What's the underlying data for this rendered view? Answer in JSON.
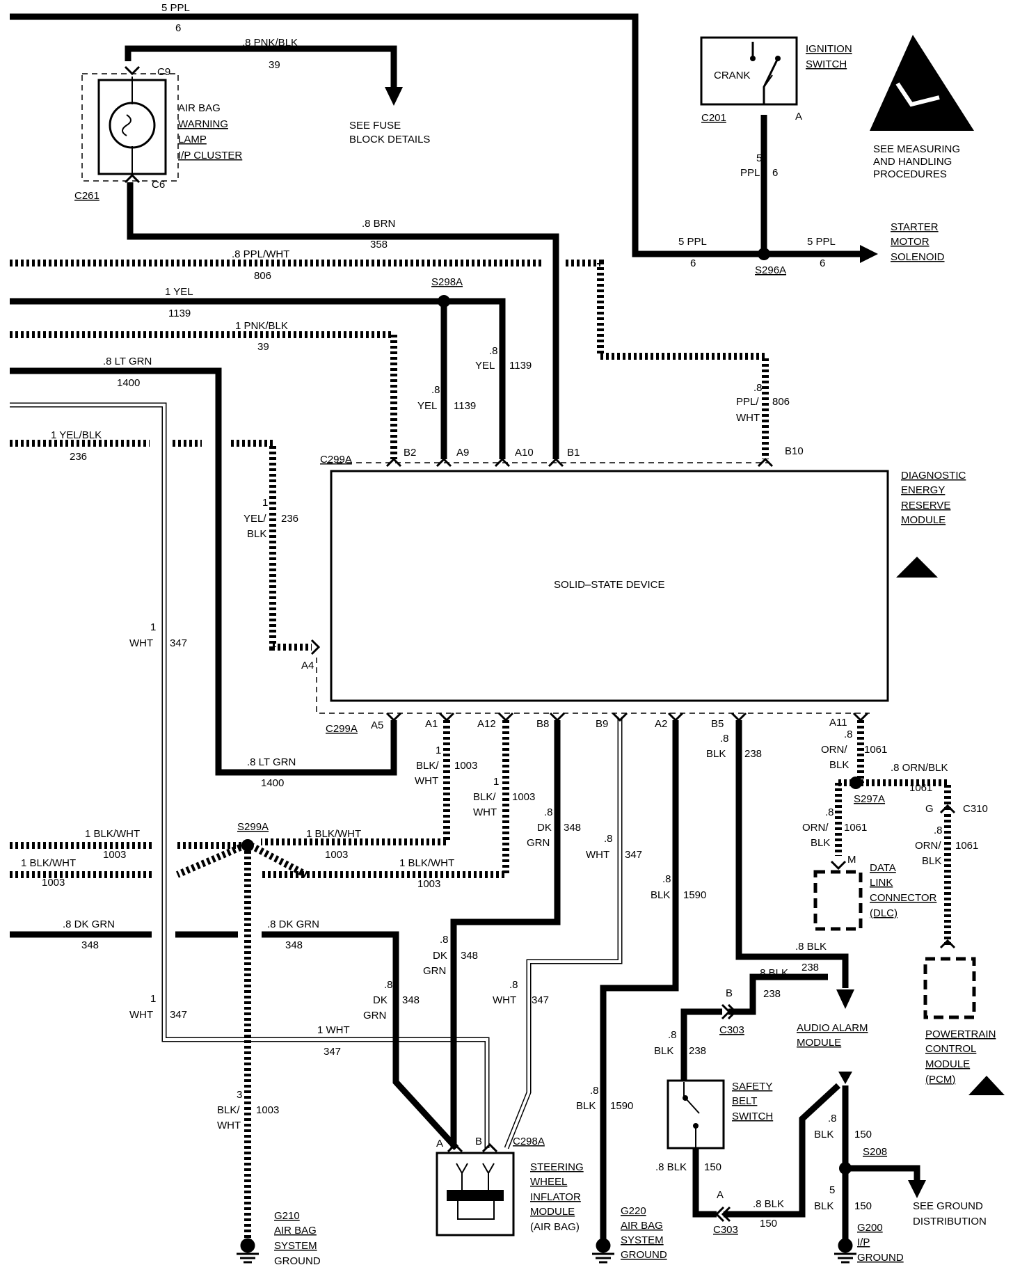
{
  "wires": {
    "top_ppl": {
      "gauge": "5 PPL",
      "circuit": "6"
    },
    "pnk_blk_top": {
      "gauge": ".8 PNK/BLK",
      "circuit": "39"
    },
    "brn": {
      "gauge": ".8 BRN",
      "circuit": "358"
    },
    "ppl_wht": {
      "gauge": ".8 PPL/WHT",
      "circuit": "806"
    },
    "yel": {
      "gauge": "1 YEL",
      "circuit": "1139"
    },
    "pnk_blk": {
      "gauge": "1 PNK/BLK",
      "circuit": "39"
    },
    "lt_grn": {
      "gauge": ".8 LT GRN",
      "circuit": "1400"
    },
    "yel_blk": {
      "gauge": "1 YEL/BLK",
      "circuit": "236"
    },
    "yel_blk_v": {
      "gauge_a": "1",
      "gauge_b": "YEL/",
      "gauge_c": "BLK",
      "circuit": "236"
    },
    "wht_v1": {
      "gauge_a": "1",
      "gauge_b": "WHT",
      "circuit": "347"
    },
    "wht_v2": {
      "gauge_a": "1",
      "gauge_b": "WHT",
      "circuit": "347"
    },
    "yel_a": {
      "gauge_a": ".8",
      "gauge_b": "YEL",
      "circuit": "1139"
    },
    "yel_b": {
      "gauge_a": ".8",
      "gauge_b": "YEL",
      "circuit": "1139"
    },
    "ppl_wht_v": {
      "gauge_a": ".8",
      "gauge_b": "PPL/",
      "gauge_c": "WHT",
      "circuit": "806"
    },
    "ppl_s1": {
      "gauge": "5 PPL",
      "circuit": "6"
    },
    "ppl_s2": {
      "gauge": "5 PPL",
      "circuit": "6"
    },
    "ppl_ign": {
      "gauge_a": "5",
      "gauge_b": "PPL",
      "circuit": "6"
    },
    "lt_grn_bot": {
      "gauge": ".8 LT GRN",
      "circuit": "1400"
    },
    "blk_wht_a1": {
      "gauge_a": "1",
      "gauge_b": "BLK/",
      "gauge_c": "WHT",
      "circuit": "1003"
    },
    "blk_wht_a12": {
      "gauge_a": "1",
      "gauge_b": "BLK/",
      "gauge_c": "WHT",
      "circuit": "1003"
    },
    "dk_grn_b8": {
      "gauge_a": ".8",
      "gauge_b": "DK",
      "gauge_c": "GRN",
      "circuit": "348"
    },
    "wht_b9": {
      "gauge_a": ".8",
      "gauge_b": "WHT",
      "circuit": "347"
    },
    "blk_a2": {
      "gauge_a": ".8",
      "gauge_b": "BLK",
      "circuit": "1590"
    },
    "blk_b5": {
      "gauge_a": ".8",
      "gauge_b": "BLK",
      "circuit": "238"
    },
    "orn_blk_a11": {
      "gauge_a": ".8",
      "gauge_b": "ORN/",
      "gauge_c": "BLK",
      "circuit": "1061"
    },
    "orn_blk_h": {
      "gauge": ".8 ORN/BLK",
      "circuit": "1061"
    },
    "orn_blk_dlc": {
      "gauge_a": ".8",
      "gauge_b": "ORN/",
      "gauge_c": "BLK",
      "circuit": "1061"
    },
    "orn_blk_pcm": {
      "gauge_a": ".8",
      "gauge_b": "ORN/",
      "gauge_c": "BLK",
      "circuit": "1061"
    },
    "blk_wht_l1": {
      "gauge": "1 BLK/WHT",
      "circuit": "1003"
    },
    "blk_wht_l2": {
      "gauge": "1 BLK/WHT",
      "circuit": "1003"
    },
    "blk_wht_r1": {
      "gauge": "1 BLK/WHT",
      "circuit": "1003"
    },
    "blk_wht_r2": {
      "gauge": "1 BLK/WHT",
      "circuit": "1003"
    },
    "dk_grn_l": {
      "gauge": ".8 DK GRN",
      "circuit": "348"
    },
    "dk_grn_r": {
      "gauge": ".8 DK GRN",
      "circuit": "348"
    },
    "dk_grn_v1": {
      "gauge_a": ".8",
      "gauge_b": "DK",
      "gauge_c": "GRN",
      "circuit": "348"
    },
    "dk_grn_v2": {
      "gauge_a": ".8",
      "gauge_b": "DK",
      "gauge_c": "GRN",
      "circuit": "348"
    },
    "wht_v3": {
      "gauge_a": ".8",
      "gauge_b": "WHT",
      "circuit": "347"
    },
    "wht_h": {
      "gauge": "1 WHT",
      "circuit": "347"
    },
    "blk_wht_g210": {
      "gauge_a": "3",
      "gauge_b": "BLK/",
      "gauge_c": "WHT",
      "circuit": "1003"
    },
    "blk_g220": {
      "gauge_a": ".8",
      "gauge_b": "BLK",
      "circuit": "1590"
    },
    "blk_aam1": {
      "gauge": ".8 BLK",
      "circuit": "238"
    },
    "blk_aam2": {
      "gauge": ".8 BLK",
      "circuit": "238"
    },
    "blk_c303b": {
      "gauge_a": ".8",
      "gauge_b": "BLK",
      "circuit": "238"
    },
    "blk_sbs": {
      "gauge": ".8 BLK",
      "circuit": "150"
    },
    "blk_c303a": {
      "gauge": ".8 BLK",
      "circuit": "150"
    },
    "blk_s208a": {
      "gauge_a": ".8",
      "gauge_b": "BLK",
      "circuit": "150"
    },
    "blk_s208b": {
      "gauge_a": "5",
      "gauge_b": "BLK",
      "circuit": "150"
    }
  },
  "connectors": {
    "c9": "C9",
    "c6": "C6",
    "c261": "C261",
    "c201": "C201",
    "a_ign": "A",
    "s296a": "S296A",
    "s298a": "S298A",
    "c299a_top": "C299A",
    "c299a_bot": "C299A",
    "b2": "B2",
    "a9": "A9",
    "a10": "A10",
    "b1": "B1",
    "b10": "B10",
    "a4": "A4",
    "a5": "A5",
    "a1": "A1",
    "a12": "A12",
    "b8": "B8",
    "b9": "B9",
    "a2": "A2",
    "b5": "B5",
    "a11": "A11",
    "s297a": "S297A",
    "m": "M",
    "g": "G",
    "c310": "C310",
    "s299a": "S299A",
    "c298a": "C298A",
    "pin_a": "A",
    "pin_b": "B",
    "b_c303": "B",
    "c303_top": "C303",
    "a_c303": "A",
    "c303_bot": "C303",
    "s208": "S208"
  },
  "components": {
    "ignition": [
      "IGNITION",
      "SWITCH"
    ],
    "crank": "CRANK",
    "esd": [
      "SEE MEASURING",
      "AND HANDLING",
      "PROCEDURES"
    ],
    "warning_lamp": [
      "AIR BAG",
      "WARNING",
      "LAMP",
      "I/P CLUSTER"
    ],
    "fuse": [
      "SEE FUSE",
      "BLOCK DETAILS"
    ],
    "starter": [
      "STARTER",
      "MOTOR",
      "SOLENOID"
    ],
    "derm": [
      "DIAGNOSTIC",
      "ENERGY",
      "RESERVE",
      "MODULE"
    ],
    "solid_state": "SOLID–STATE DEVICE",
    "dlc": [
      "DATA",
      "LINK",
      "CONNECTOR",
      "(DLC)"
    ],
    "pcm": [
      "POWERTRAIN",
      "CONTROL",
      "MODULE",
      "(PCM)"
    ],
    "audio": [
      "AUDIO ALARM",
      "MODULE"
    ],
    "safety_belt": [
      "SAFETY",
      "BELT",
      "SWITCH"
    ],
    "inflator": [
      "STEERING",
      "WHEEL",
      "INFLATOR",
      "MODULE",
      "(AIR BAG)"
    ],
    "g210": [
      "G210",
      "AIR BAG",
      "SYSTEM",
      "GROUND"
    ],
    "g220": [
      "G220",
      "AIR BAG",
      "SYSTEM",
      "GROUND"
    ],
    "g200": [
      "G200",
      "I/P",
      "GROUND"
    ],
    "ground_dist": [
      "SEE GROUND",
      "DISTRIBUTION"
    ]
  }
}
